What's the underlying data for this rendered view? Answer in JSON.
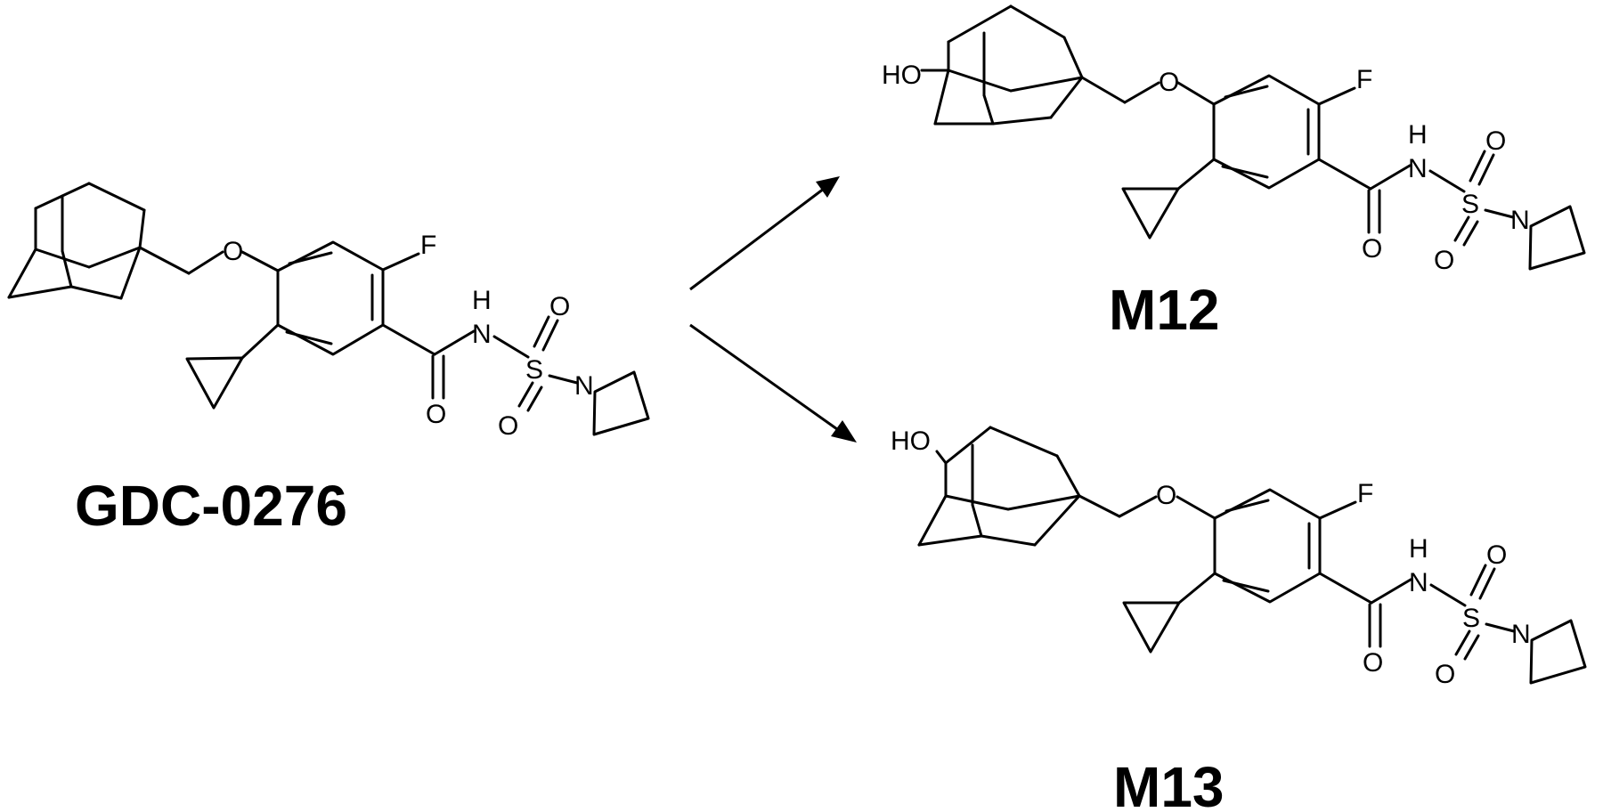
{
  "scheme": {
    "compounds": [
      {
        "label": "GDC-0276",
        "atoms": {
          "O_ether": "O",
          "F": "F",
          "NH": "H",
          "N_amide": "N",
          "S": "S",
          "O_s1": "O",
          "O_s2": "O",
          "O_carbonyl": "O",
          "N_azetidine": "N"
        }
      },
      {
        "label": "M12",
        "atoms": {
          "HO": "HO",
          "O_ether": "O",
          "F": "F",
          "NH": "H",
          "N_amide": "N",
          "S": "S",
          "O_s1": "O",
          "O_s2": "O",
          "O_carbonyl": "O",
          "N_azetidine": "N"
        }
      },
      {
        "label": "M13",
        "atoms": {
          "HO": "HO",
          "O_ether": "O",
          "F": "F",
          "NH": "H",
          "N_amide": "N",
          "S": "S",
          "O_s1": "O",
          "O_s2": "O",
          "O_carbonyl": "O",
          "N_azetidine": "N"
        }
      }
    ],
    "arrows": [
      "to-M12",
      "to-M13"
    ]
  }
}
